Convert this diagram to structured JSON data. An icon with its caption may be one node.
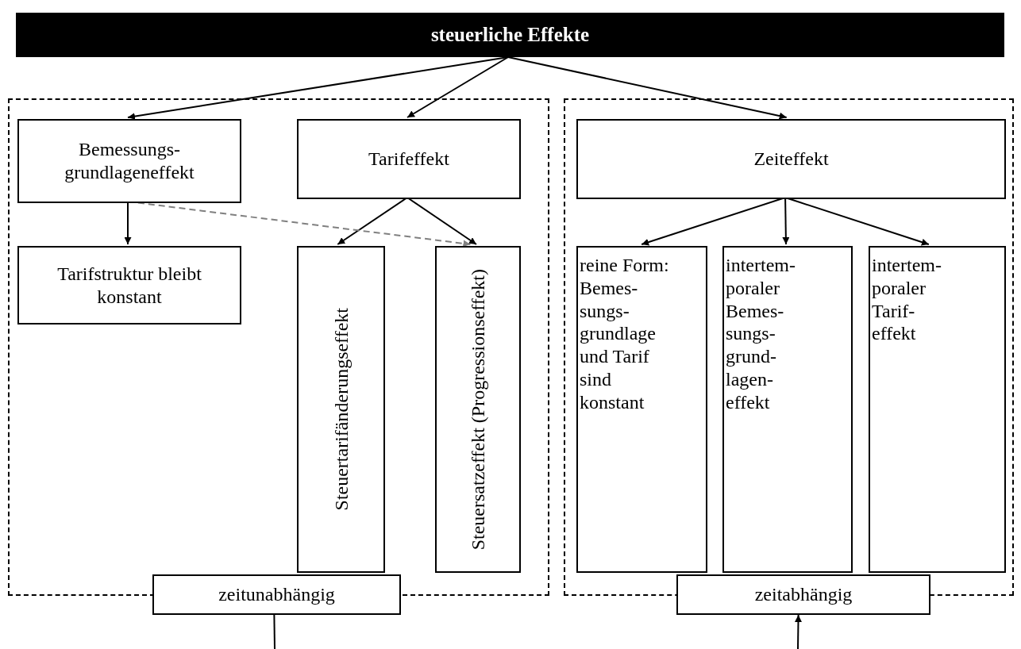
{
  "diagram": {
    "nodes": [
      {
        "text": [
          "steuerliche Effekte"
        ]
      },
      {
        "text": [],
        "shape": "box"
      },
      {
        "text": [],
        "shape": "box"
      },
      {
        "text": [
          "Bemessungs- grundlageneffekt"
        ],
        "in": 1
      },
      {
        "text": [
          "Tarifeffekt"
        ],
        "in": 1
      },
      {
        "text": [
          "Tarifstruktur bleibt konstant"
        ],
        "in": 1
      },
      {
        "text": [
          "Steuertarifänderungseffekt"
        ],
        "in": 1
      },
      {
        "text": [
          "Steuersatzeffekt (Progressionseffekt)"
        ],
        "in": 1
      },
      {
        "text": [
          "zeitunabhängig"
        ]
      },
      {
        "text": [
          "Zeiteffekt"
        ],
        "in": 2
      },
      {
        "text": [
          "reine Form: Bemes- sungs- grundlage und Tarif sind konstant"
        ],
        "in": 2
      },
      {
        "text": [
          "intertem- poraler Bemes- sungs- grund- lagen- effekt"
        ],
        "in": 2
      },
      {
        "text": [
          "intertem- poraler Tarif- effekt"
        ],
        "in": 2
      },
      {
        "text": [
          "zeitabhängig"
        ]
      }
    ],
    "edges": [
      {
        "from": 0,
        "to": 3,
        "arrow": "to"
      },
      {
        "from": 0,
        "to": 4,
        "arrow": "to"
      },
      {
        "from": 0,
        "to": 9,
        "arrow": "to"
      },
      {
        "from": 3,
        "to": 5,
        "arrow": "to"
      },
      {
        "from": 4,
        "to": 6,
        "arrow": "to"
      },
      {
        "from": 4,
        "to": 7,
        "arrow": "to"
      },
      {
        "from": 3,
        "to": 7,
        "arrow": "to",
        "style": "dashed",
        "color": "#808080"
      },
      {
        "from": 9,
        "to": 10,
        "arrow": "to"
      },
      {
        "from": 9,
        "to": 11,
        "arrow": "to"
      },
      {
        "from": 9,
        "to": 12,
        "arrow": "to"
      },
      {
        "from": 8,
        "to": null,
        "arrow": "none"
      },
      {
        "from": null,
        "to": 13,
        "arrow": "to"
      }
    ]
  }
}
